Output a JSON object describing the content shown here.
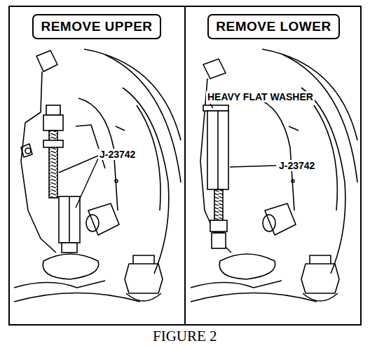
{
  "diagram": {
    "caption": "FIGURE 2",
    "nodes": [
      {
        "text": [
          "REMOVE UPPER"
        ]
      },
      {
        "text": [
          "REMOVE LOWER"
        ]
      }
    ],
    "labels": [
      "J-23742",
      "HEAVY FLAT WASHER",
      "J-23742"
    ]
  }
}
